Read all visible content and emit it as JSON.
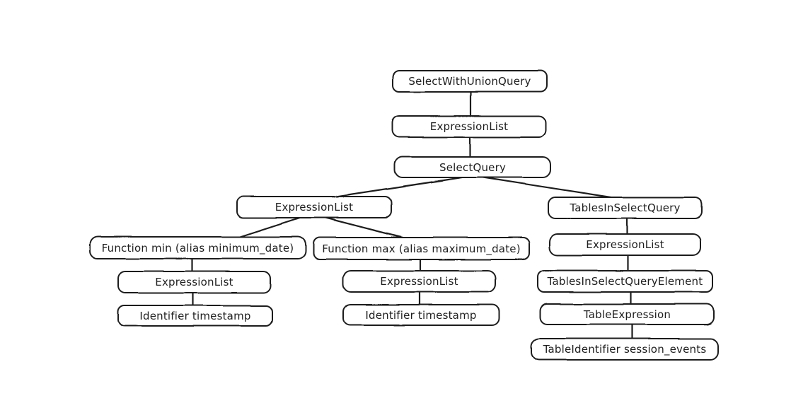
{
  "diagram": {
    "type": "tree",
    "colors": {
      "stroke": "#1e1e1e",
      "node_fill": "#ffffff",
      "background": "#ffffff"
    },
    "nodes": [
      {
        "id": "select-with-union-query",
        "label": "SelectWithUnionQuery"
      },
      {
        "id": "expression-list-1",
        "label": "ExpressionList"
      },
      {
        "id": "select-query",
        "label": "SelectQuery"
      },
      {
        "id": "expression-list-2",
        "label": "ExpressionList"
      },
      {
        "id": "tables-in-select-query",
        "label": "TablesInSelectQuery"
      },
      {
        "id": "function-min",
        "label": "Function min (alias minimum_date)"
      },
      {
        "id": "function-max",
        "label": "Function max (alias maximum_date)"
      },
      {
        "id": "expression-list-3",
        "label": "ExpressionList"
      },
      {
        "id": "expression-list-4",
        "label": "ExpressionList"
      },
      {
        "id": "identifier-timestamp-1",
        "label": "Identifier timestamp"
      },
      {
        "id": "identifier-timestamp-2",
        "label": "Identifier timestamp"
      },
      {
        "id": "expression-list-5",
        "label": "ExpressionList"
      },
      {
        "id": "tables-in-select-query-element",
        "label": "TablesInSelectQueryElement"
      },
      {
        "id": "table-expression",
        "label": "TableExpression"
      },
      {
        "id": "table-identifier",
        "label": "TableIdentifier session_events"
      }
    ],
    "edges": [
      [
        "select-with-union-query",
        "expression-list-1"
      ],
      [
        "expression-list-1",
        "select-query"
      ],
      [
        "select-query",
        "expression-list-2"
      ],
      [
        "select-query",
        "tables-in-select-query"
      ],
      [
        "expression-list-2",
        "function-min"
      ],
      [
        "expression-list-2",
        "function-max"
      ],
      [
        "function-min",
        "expression-list-3"
      ],
      [
        "expression-list-3",
        "identifier-timestamp-1"
      ],
      [
        "function-max",
        "expression-list-4"
      ],
      [
        "expression-list-4",
        "identifier-timestamp-2"
      ],
      [
        "tables-in-select-query",
        "expression-list-5"
      ],
      [
        "expression-list-5",
        "tables-in-select-query-element"
      ],
      [
        "tables-in-select-query-element",
        "table-expression"
      ],
      [
        "table-expression",
        "table-identifier"
      ]
    ]
  }
}
